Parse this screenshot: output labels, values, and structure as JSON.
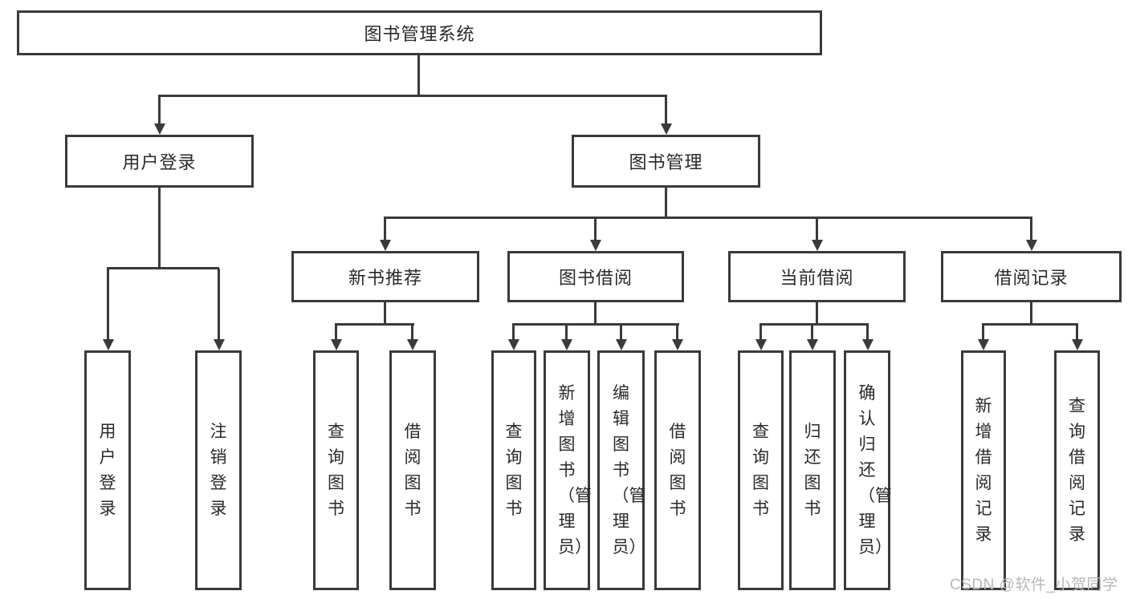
{
  "diagram": {
    "root": {
      "label": "图书管理系统",
      "children": [
        {
          "label": "用户登录",
          "children": [
            {
              "label": "用户登录"
            },
            {
              "label": "注销登录"
            }
          ]
        },
        {
          "label": "图书管理",
          "children": [
            {
              "label": "新书推荐",
              "children": [
                {
                  "label": "查询图书"
                },
                {
                  "label": "借阅图书"
                }
              ]
            },
            {
              "label": "图书借阅",
              "children": [
                {
                  "label": "查询图书"
                },
                {
                  "label": "新增图书（管理员）"
                },
                {
                  "label": "编辑图书（管理员）"
                },
                {
                  "label": "借阅图书"
                }
              ]
            },
            {
              "label": "当前借阅",
              "children": [
                {
                  "label": "查询图书"
                },
                {
                  "label": "归还图书"
                },
                {
                  "label": "确认归还（管理员）"
                }
              ]
            },
            {
              "label": "借阅记录",
              "children": [
                {
                  "label": "新增借阅记录"
                },
                {
                  "label": "查询借阅记录"
                }
              ]
            }
          ]
        }
      ]
    },
    "watermark": "CSDN @软件_小贺同学",
    "colors": {
      "line": "#3a3a3a",
      "text": "#2a2a2a",
      "box_background": "#ffffff",
      "watermark_text": "#b8b8b8"
    }
  }
}
